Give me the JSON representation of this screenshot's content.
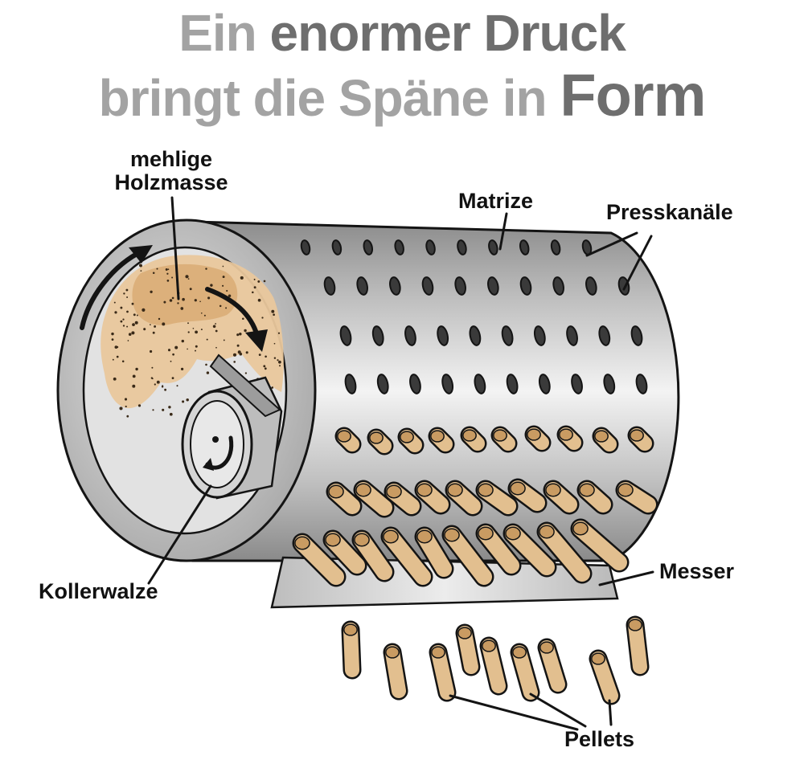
{
  "title": {
    "line1": {
      "part1": "Ein ",
      "part2": "enormer Druck"
    },
    "line2": {
      "part1": "bringt die Späne in ",
      "part2": "Form"
    }
  },
  "labels": {
    "holzmasse_line1": "mehlige",
    "holzmasse_line2": "Holzmasse",
    "matrize": "Matrize",
    "presskanaele": "Presskanäle",
    "messer": "Messer",
    "kollerwalze": "Kollerwalze",
    "pellets": "Pellets"
  },
  "colors": {
    "title_light": "#a3a3a3",
    "title_dark": "#6e6e6e",
    "metal_dark": "#8f8f8f",
    "metal_light": "#f1f1f1",
    "wood": "#e9c79c",
    "wood_dark": "#d8aa72",
    "outline": "#141414"
  }
}
